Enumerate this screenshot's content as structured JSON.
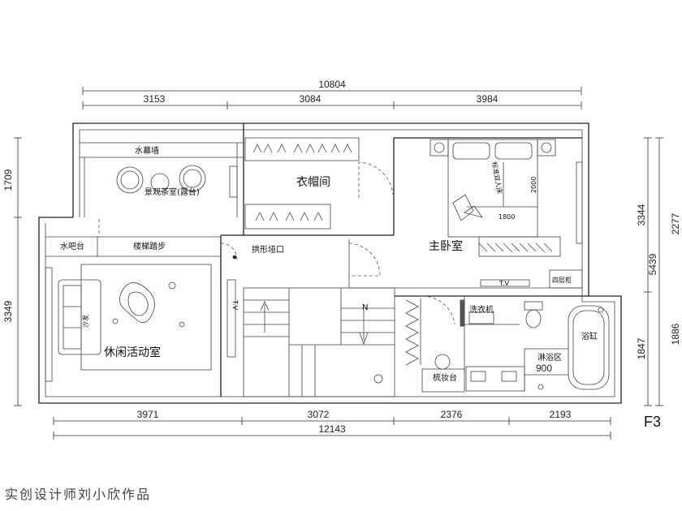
{
  "dimensions": {
    "top_total": "10804",
    "top_1": "3153",
    "top_2": "3084",
    "top_3": "3984",
    "bottom_1": "3971",
    "bottom_2": "3072",
    "bottom_3": "2376",
    "bottom_4": "2193",
    "bottom_total": "12143",
    "left_1": "1709",
    "left_2": "3349",
    "right_1": "3344",
    "right_2": "5439",
    "right_3": "1847",
    "far_right_1": "2277",
    "far_right_2": "1886"
  },
  "rooms": {
    "water_curtain": "水幕墙",
    "tea_room": "景观茶室(露台)",
    "wardrobe": "衣帽间",
    "master_bedroom": "主卧室",
    "water_bar": "水吧台",
    "stair_step": "楼梯踏步",
    "arch_entry": "拱形垭口",
    "leisure_room": "休闲活动室",
    "laundry": "洗衣机",
    "shower": "淋浴区",
    "bathtub": "浴缸",
    "vanity": "梳妆台",
    "cabinet": "四层柜",
    "double_bed": "标准双人床",
    "sofa": "沙发"
  },
  "bed": {
    "width": "1800",
    "length": "2000"
  },
  "shower_width": "900",
  "stair_north": "N",
  "tv_label": "T.V",
  "level": "F3",
  "credit": "实创设计师刘小欣作品"
}
